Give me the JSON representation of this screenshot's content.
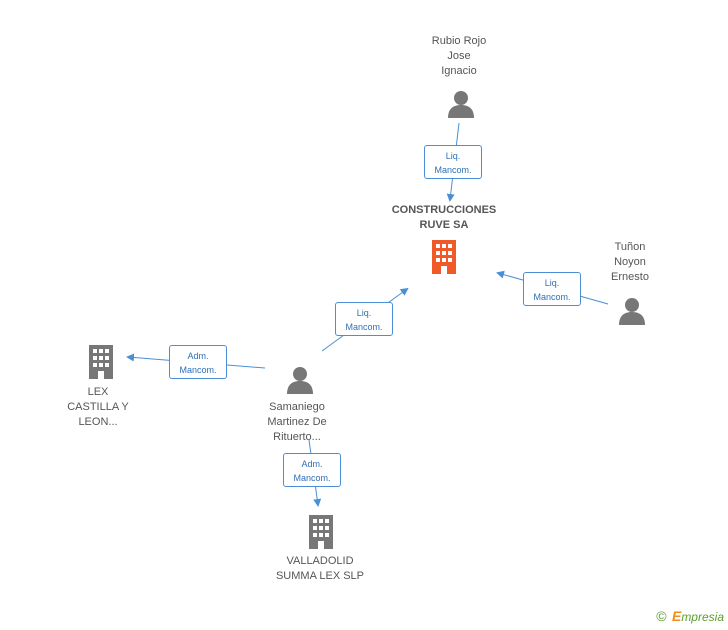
{
  "nodes": {
    "company_main": {
      "line1": "CONSTRUCCIONES",
      "line2": "RUVE SA",
      "color": "#f05a28",
      "icon": "building-icon"
    },
    "person_rubio": {
      "line1": "Rubio Rojo",
      "line2": "Jose",
      "line3": "Ignacio",
      "icon": "person-icon"
    },
    "person_tunon": {
      "line1": "Tuñon",
      "line2": "Noyon",
      "line3": "Ernesto",
      "icon": "person-icon"
    },
    "person_samaniego": {
      "line1": "Samaniego",
      "line2": "Martinez De",
      "line3": "Rituerto...",
      "icon": "person-icon"
    },
    "company_lex": {
      "line1": "LEX",
      "line2": "CASTILLA Y",
      "line3": "LEON...",
      "color": "#777777",
      "icon": "building-icon"
    },
    "company_valladolid": {
      "line1": "VALLADOLID",
      "line2": "SUMMA LEX SLP",
      "color": "#777777",
      "icon": "building-icon"
    }
  },
  "edges": {
    "rubio_to_main": {
      "line1": "Liq.",
      "line2": "Mancom."
    },
    "tunon_to_main": {
      "line1": "Liq.",
      "line2": "Mancom."
    },
    "samaniego_to_main": {
      "line1": "Liq.",
      "line2": "Mancom."
    },
    "samaniego_to_lex": {
      "line1": "Adm.",
      "line2": "Mancom."
    },
    "samaniego_to_valladolid": {
      "line1": "Adm.",
      "line2": "Mancom."
    }
  },
  "footer": {
    "copyright": "©",
    "brand_initial": "E",
    "brand_rest": "mpresia"
  },
  "colors": {
    "edge": "#4a8fd6",
    "person": "#777777",
    "main_company": "#f05a28"
  }
}
